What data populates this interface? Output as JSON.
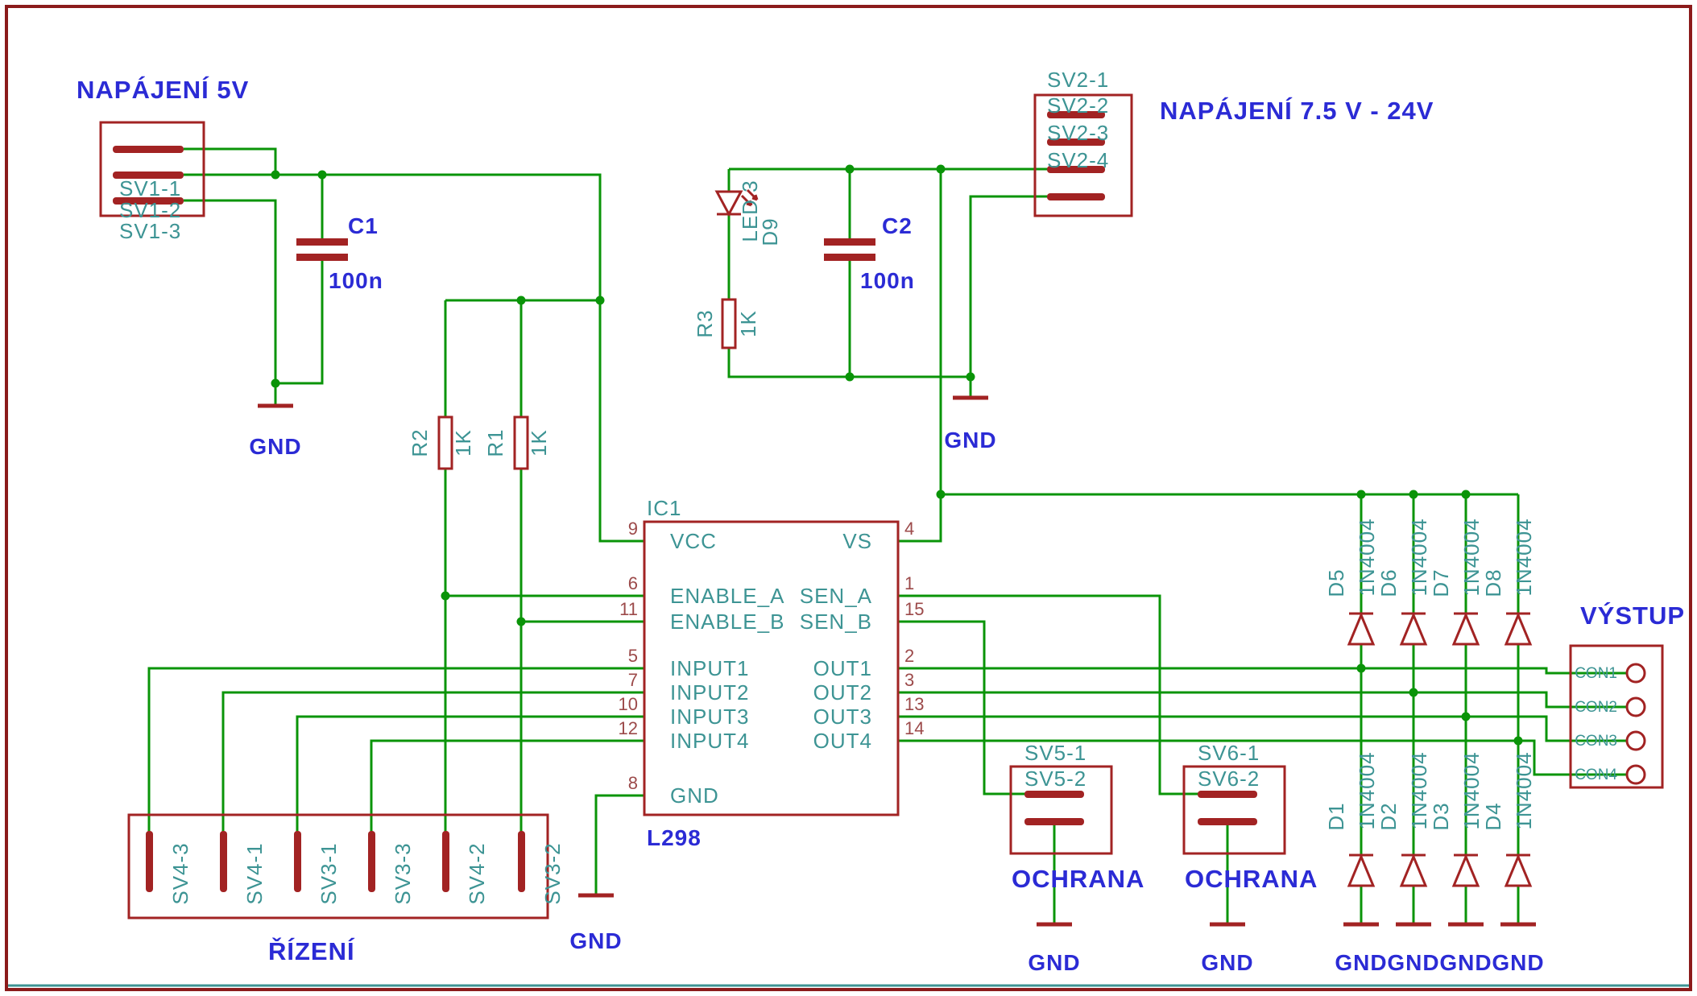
{
  "colors": {
    "wire_green": "#0A9408",
    "symbol_red": "#A22323",
    "name_teal": "#3D9494",
    "value_blue": "#2B2BD5",
    "frame_red": "#8B1B1B",
    "background": "#FFFFFF"
  },
  "titles": {
    "power5": "NAPÁJENÍ 5V",
    "power24": "NAPÁJENÍ 7.5 V - 24V",
    "control": "ŘÍZENÍ",
    "output": "VÝSTUP",
    "protection_left": "OCHRANA",
    "protection_right": "OCHRANA"
  },
  "net": {
    "gnd": "GND"
  },
  "sv1": {
    "p1": "SV1-1",
    "p2": "SV1-2",
    "p3": "SV1-3"
  },
  "sv2": {
    "p1": "SV2-1",
    "p2": "SV2-2",
    "p3": "SV2-3",
    "p4": "SV2-4"
  },
  "control_pins": {
    "p1": "SV4-3",
    "p2": "SV4-1",
    "p3": "SV3-1",
    "p4": "SV3-3",
    "p5": "SV4-2",
    "p6": "SV3-2"
  },
  "sv5": {
    "p1": "SV5-1",
    "p2": "SV5-2"
  },
  "sv6": {
    "p1": "SV6-1",
    "p2": "SV6-2"
  },
  "con": {
    "p1": "CON1",
    "p2": "CON2",
    "p3": "CON3",
    "p4": "CON4"
  },
  "c1": {
    "ref": "C1",
    "value": "100n"
  },
  "c2": {
    "ref": "C2",
    "value": "100n"
  },
  "r1": {
    "ref": "R1",
    "value": "1K"
  },
  "r2": {
    "ref": "R2",
    "value": "1K"
  },
  "r3": {
    "ref": "R3",
    "value": "1K"
  },
  "led": {
    "ref": "D9",
    "value": "LED 3"
  },
  "ic1": {
    "ref": "IC1",
    "value": "L298",
    "pins": {
      "vcc": {
        "num": "9",
        "name": "VCC"
      },
      "ena": {
        "num": "6",
        "name": "ENABLE_A"
      },
      "enb": {
        "num": "11",
        "name": "ENABLE_B"
      },
      "in1": {
        "num": "5",
        "name": "INPUT1"
      },
      "in2": {
        "num": "7",
        "name": "INPUT2"
      },
      "in3": {
        "num": "10",
        "name": "INPUT3"
      },
      "in4": {
        "num": "12",
        "name": "INPUT4"
      },
      "gnd": {
        "num": "8",
        "name": "GND"
      },
      "vs": {
        "num": "4",
        "name": "VS"
      },
      "sena": {
        "num": "1",
        "name": "SEN_A"
      },
      "senb": {
        "num": "15",
        "name": "SEN_B"
      },
      "out1": {
        "num": "2",
        "name": "OUT1"
      },
      "out2": {
        "num": "3",
        "name": "OUT2"
      },
      "out3": {
        "num": "13",
        "name": "OUT3"
      },
      "out4": {
        "num": "14",
        "name": "OUT4"
      }
    }
  },
  "d_top": {
    "d5": {
      "ref": "D5",
      "value": "1N4004"
    },
    "d6": {
      "ref": "D6",
      "value": "1N4004"
    },
    "d7": {
      "ref": "D7",
      "value": "1N4004"
    },
    "d8": {
      "ref": "D8",
      "value": "1N4004"
    }
  },
  "d_bot": {
    "d1": {
      "ref": "D1",
      "value": "1N4004"
    },
    "d2": {
      "ref": "D2",
      "value": "1N4004"
    },
    "d3": {
      "ref": "D3",
      "value": "1N4004"
    },
    "d4": {
      "ref": "D4",
      "value": "1N4004"
    }
  }
}
